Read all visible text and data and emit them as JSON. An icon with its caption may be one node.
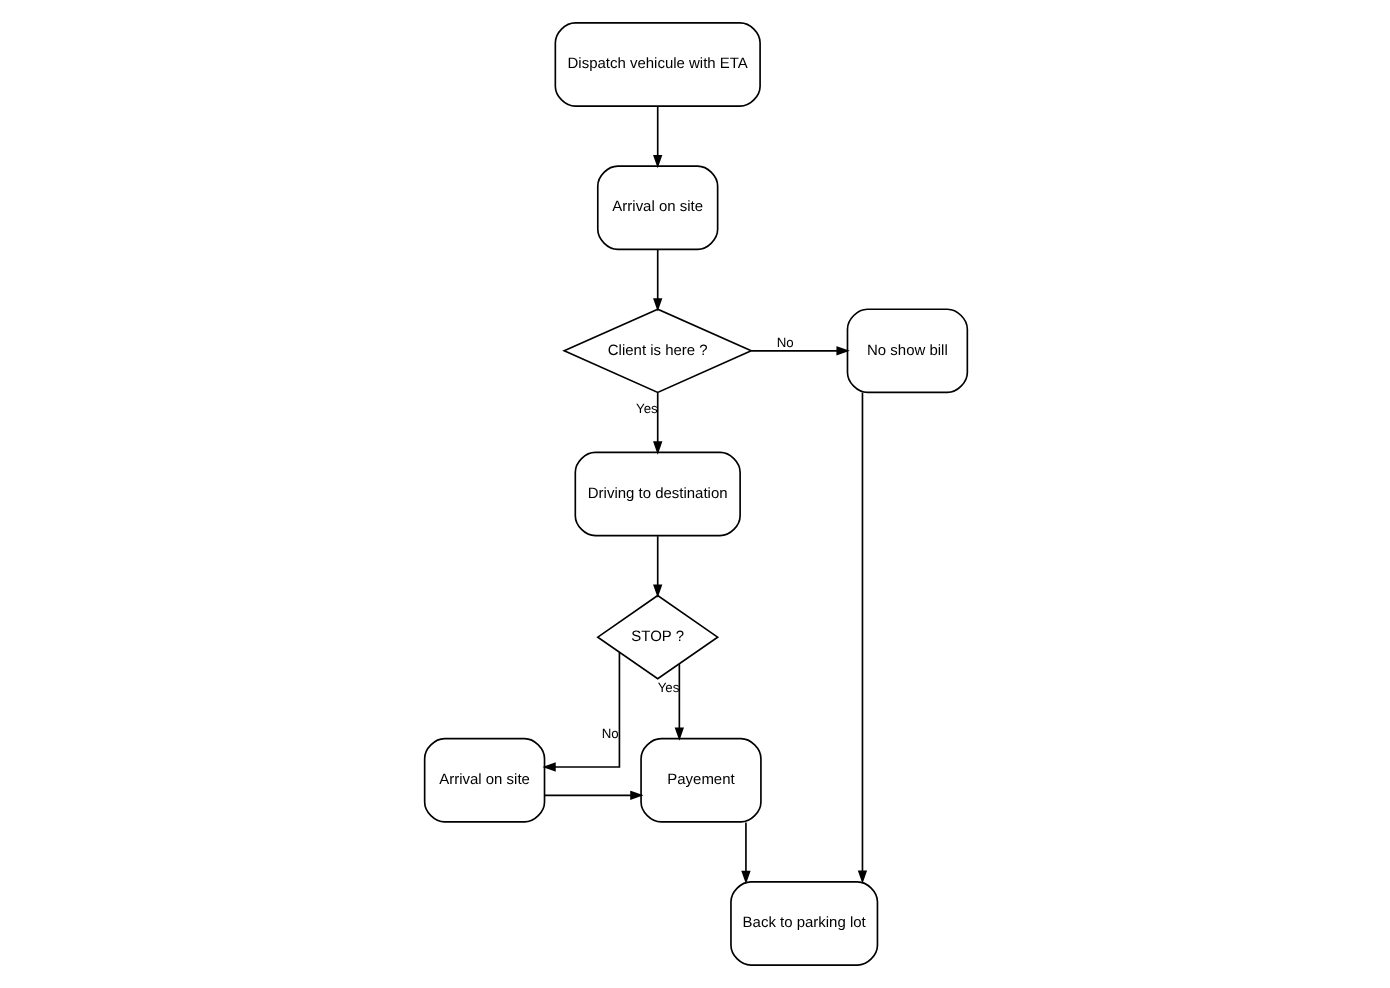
{
  "diagram": {
    "nodes": [
      {
        "text": [
          "Dispatch vehicule with ETA"
        ]
      },
      {
        "text": [
          "Arrival on site"
        ]
      },
      {
        "text": [
          "Client is here ?"
        ]
      },
      {
        "text": [
          "No show bill"
        ]
      },
      {
        "text": [
          "Driving to destination"
        ]
      },
      {
        "text": [
          "STOP ?"
        ]
      },
      {
        "text": [
          "Arrival on site"
        ]
      },
      {
        "text": [
          "Payement"
        ]
      },
      {
        "text": [
          "Back to parking lot"
        ]
      }
    ],
    "edges": [
      {
        "from": 0,
        "to": 1,
        "arrow": "to"
      },
      {
        "from": 1,
        "to": 2,
        "arrow": "to"
      },
      {
        "from": 2,
        "to": 3,
        "arrow": "to",
        "label": "No"
      },
      {
        "from": 2,
        "to": 4,
        "arrow": "to",
        "label": "Yes"
      },
      {
        "from": 4,
        "to": 5,
        "arrow": "to"
      },
      {
        "from": 5,
        "to": 6,
        "arrow": "to",
        "label": "No"
      },
      {
        "from": 5,
        "to": 7,
        "arrow": "to",
        "label": "Yes"
      },
      {
        "from": 6,
        "to": 7,
        "arrow": "to"
      },
      {
        "from": 3,
        "to": 8,
        "arrow": "to"
      },
      {
        "from": 7,
        "to": 8,
        "arrow": "to"
      }
    ]
  }
}
